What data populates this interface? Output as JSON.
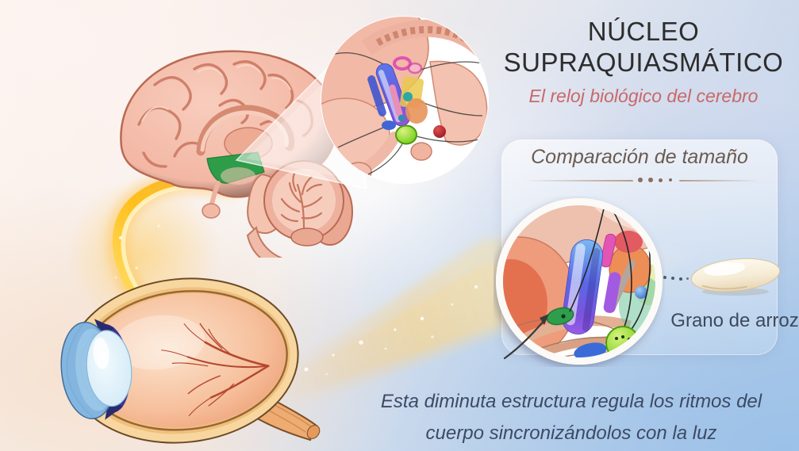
{
  "header": {
    "title_line1": "NÚCLEO",
    "title_line2": "SUPRAQUIASMÁTICO",
    "subtitle": "El reloj biológico del cerebro"
  },
  "size_panel": {
    "title": "Comparación de tamaño",
    "comparison_label": "Grano de arroz"
  },
  "caption": {
    "line1": "Esta diminuta estructura regula los ritmos del",
    "line2": "cuerpo sincronizándolos con la luz"
  },
  "illustrations": {
    "brain": "sagittal-brain-with-green-scn-highlight",
    "brain_inset": "hypothalamus-magnified-inset-circle",
    "scn_zoom_circle": "scn-nuclei-magnified-circle",
    "eye": "human-eye-cross-section",
    "light_beam": "golden-light-beam-from-eye",
    "optic_arc": "golden-optic-nerve-arc",
    "rice_grain": "rice-grain",
    "magnifier_wedge": "magnification-wedge"
  },
  "colors": {
    "title_text": "#2d2d2d",
    "subtitle_accent": "#c96868",
    "panel_title": "#6b5b50",
    "caption_text": "#3c4a64",
    "rice_label_text": "#3d4a5c",
    "scn_green": "#5fae14",
    "beam_gold": "#ffd24a",
    "background_blue": "#a9c8e8",
    "background_cream": "#fdf4ee",
    "divider_brown": "#8a6e5c"
  }
}
